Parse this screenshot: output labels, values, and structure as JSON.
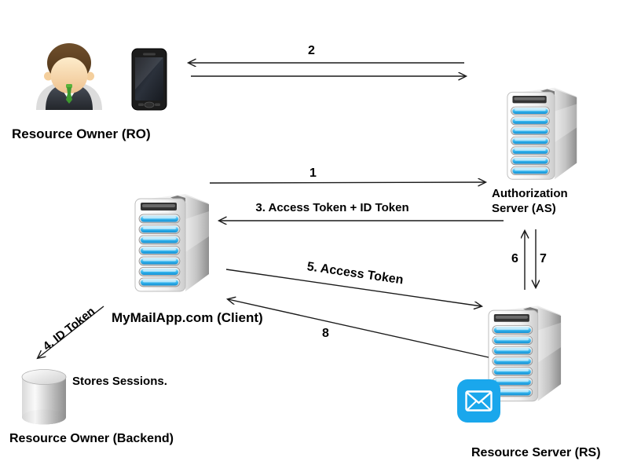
{
  "diagram": {
    "actors": {
      "resource_owner": {
        "label": "Resource Owner (RO)",
        "icon": "user-icon"
      },
      "user_device": {
        "icon": "smartphone-icon"
      },
      "authorization_server": {
        "label_line1": "Authorization",
        "label_line2": "Server (AS)",
        "icon": "server-icon"
      },
      "client": {
        "label": "MyMailApp.com (Client)",
        "icon": "server-icon"
      },
      "resource_server": {
        "label": "Resource Server (RS)",
        "icon": "server-icon",
        "badge_icon": "mail-icon"
      },
      "backend": {
        "label": "Resource Owner (Backend)",
        "note": "Stores Sessions.",
        "icon": "database-icon"
      }
    },
    "flows": {
      "step1": "1",
      "step2": "2",
      "step3": "3. Access Token + ID Token",
      "step4": "4. ID Token",
      "step5": "5. Access Token",
      "step6": "6",
      "step7": "7",
      "step8": "8"
    },
    "colors": {
      "bay_blue": "#29ABE2",
      "mail_blue": "#1AA7EC",
      "tie_green": "#4FA82E",
      "line_black": "#1A1A1A"
    }
  }
}
